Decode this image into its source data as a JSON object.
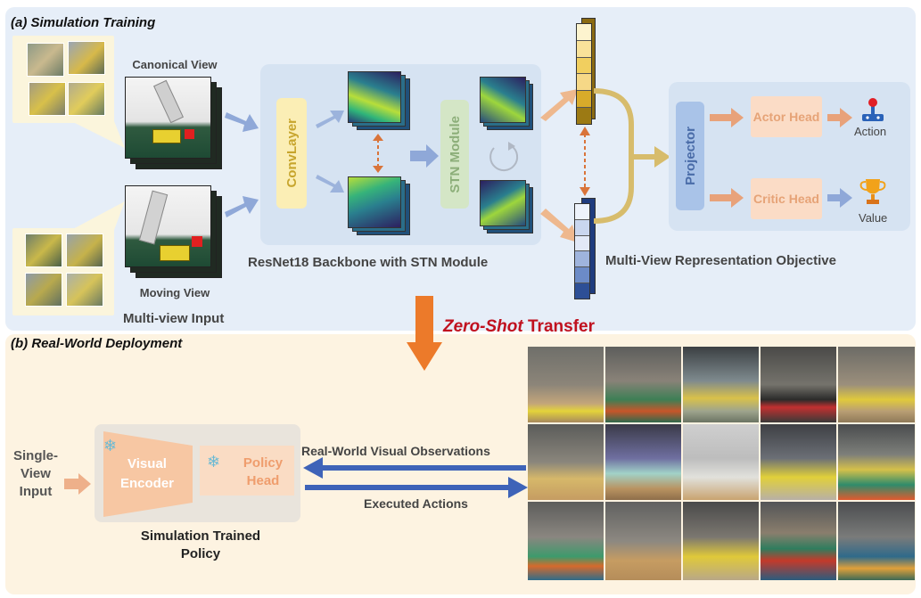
{
  "section_a": {
    "title": "(a) Simulation Training"
  },
  "section_b": {
    "title": "(b) Real-World Deployment"
  },
  "views": {
    "canonical": "Canonical View",
    "moving": "Moving View",
    "multiview_input": "Multi-view Input"
  },
  "backbone": {
    "convlayer": "ConvLayer",
    "stn": "STN Module",
    "caption": "ResNet18 Backbone with STN Module"
  },
  "objective": {
    "projector": "Projector",
    "actor_head": "Actor Head",
    "critic_head": "Critic Head",
    "action": "Action",
    "value": "Value",
    "caption": "Multi-View Representation Objective"
  },
  "transfer": {
    "zero_shot": "Zero-Shot",
    "transfer": "Transfer"
  },
  "deployment": {
    "input": "Single-View Input",
    "encoder": "Visual Encoder",
    "policy_head": "Policy Head",
    "policy_caption": "Simulation Trained Policy",
    "observations": "Real-World Visual Observations",
    "executed": "Executed Actions"
  },
  "colors": {
    "arrow_blue": "#8fa8d8",
    "arrow_orange": "#e8a27a",
    "transfer_orange": "#ec7a2a",
    "zero_shot_red": "#c0101e",
    "convlayer": "#fbeeb5",
    "stn": "#d4e6c6",
    "projector": "#a9c3e8",
    "head": "#fbdcc6",
    "encoder": "#f7c7a3",
    "dark_blue_arrow": "#3e63b8"
  }
}
